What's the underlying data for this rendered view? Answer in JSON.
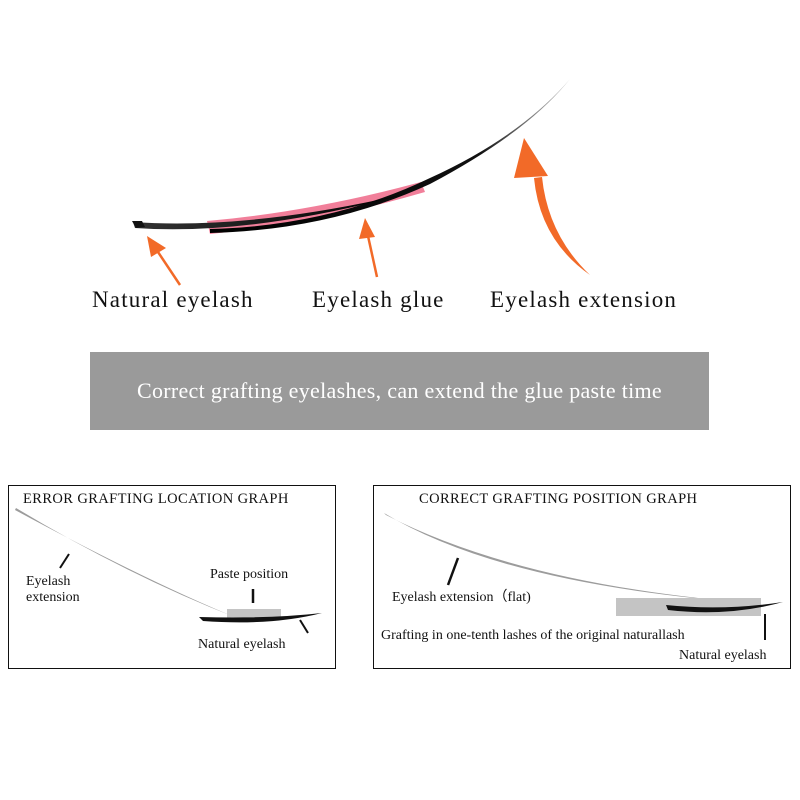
{
  "top_diagram": {
    "labels": {
      "natural": "Natural eyelash",
      "glue": "Eyelash glue",
      "extension": "Eyelash extension"
    },
    "colors": {
      "arrow": "#f26a28",
      "glue": "#f0718f",
      "lash": "#111111"
    }
  },
  "banner": {
    "text": "Correct grafting eyelashes, can extend the glue paste time",
    "color": "#9a9a9a"
  },
  "error_panel": {
    "title": "ERROR GRAFTING LOCATION GRAPH",
    "extension_label_line1": "Eyelash",
    "extension_label_line2": "extension",
    "paste_label": "Paste position",
    "natural_label": "Natural eyelash"
  },
  "correct_panel": {
    "title": "CORRECT GRAFTING POSITION GRAPH",
    "extension_label": "Eyelash extension（flat)",
    "grafting_label": "Grafting in one-tenth lashes of the original naturallash",
    "natural_label": "Natural eyelash"
  }
}
